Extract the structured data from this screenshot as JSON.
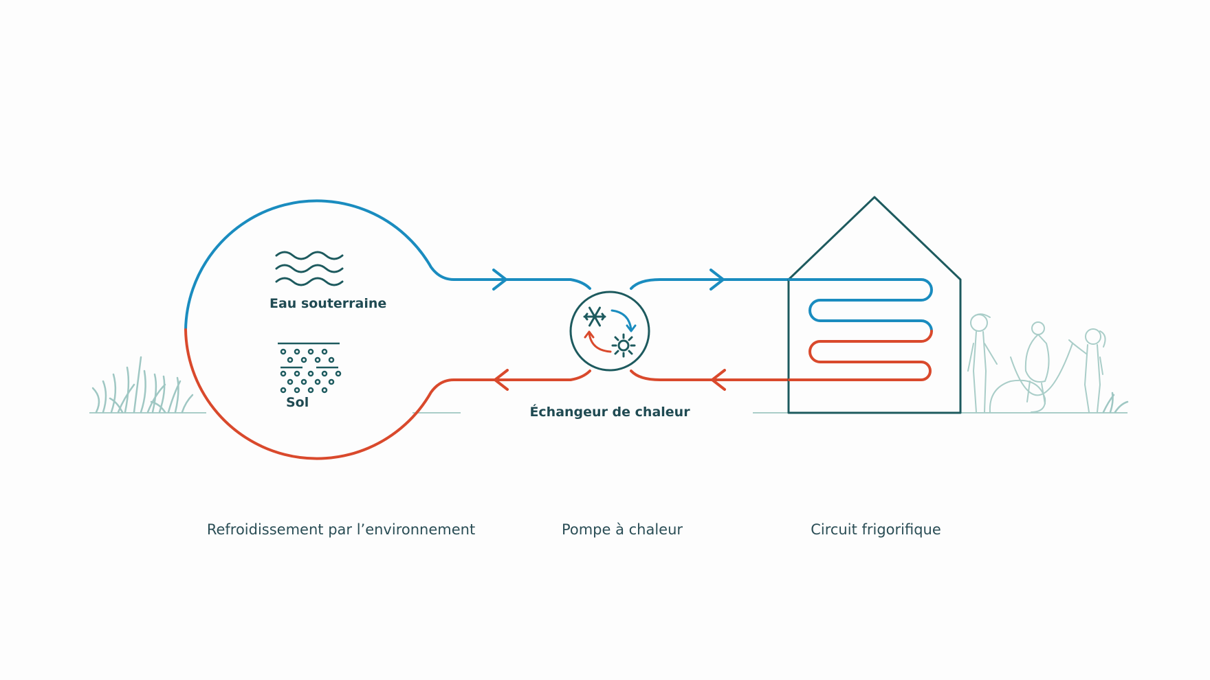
{
  "labels": {
    "groundwater": "Eau souterraine",
    "soil": "Sol",
    "exchanger": "Échangeur de chaleur"
  },
  "captions": {
    "environment": "Refroidissement par l’environnement",
    "heat_pump": "Pompe à chaleur",
    "refrigeration": "Circuit frigorifique"
  },
  "colors": {
    "cold": "#1a8cbf",
    "warm": "#d9492c",
    "outline": "#1d5a5e",
    "vegetation": "#9fc7c3",
    "text": "#1f4a52"
  },
  "icons": [
    "water-waves-icon",
    "soil-icon",
    "snowflake-icon",
    "sun-icon",
    "cycle-arrows-icon",
    "house-icon",
    "grass-icon",
    "people-silhouette-icon"
  ]
}
